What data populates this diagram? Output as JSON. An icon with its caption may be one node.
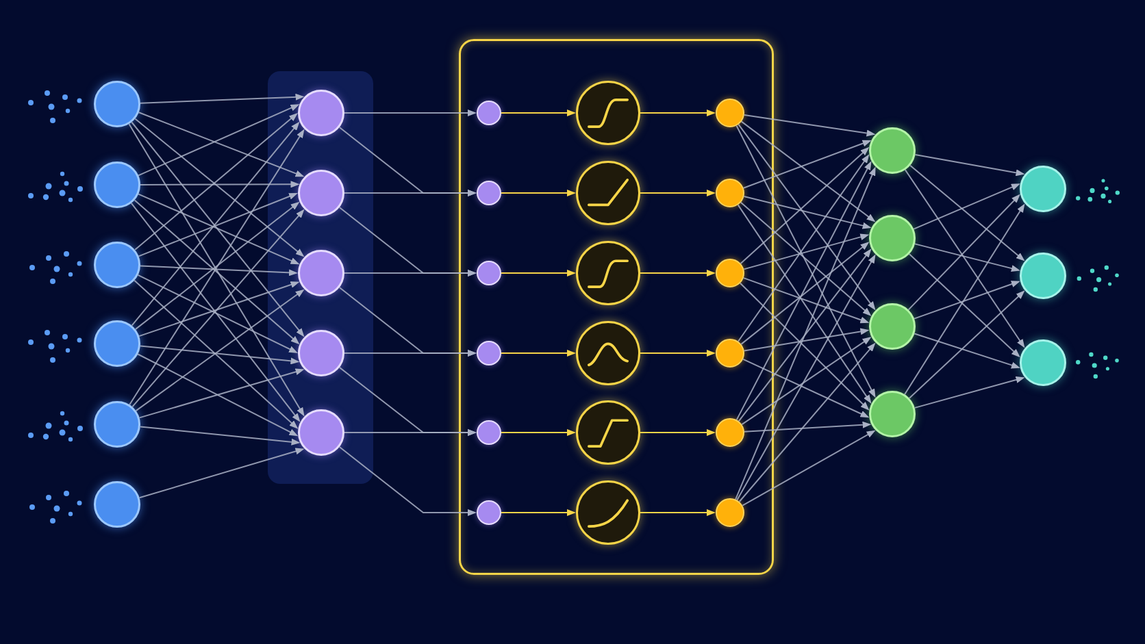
{
  "diagram": {
    "nodes": [
      {
        "text": [],
        "shape": "circle"
      },
      {
        "text": [],
        "shape": "circle"
      },
      {
        "text": [],
        "shape": "circle"
      },
      {
        "text": [],
        "shape": "circle"
      },
      {
        "text": [],
        "shape": "circle"
      },
      {
        "text": [],
        "shape": "circle"
      },
      {
        "text": [],
        "shape": "box"
      },
      {
        "text": [],
        "shape": "circle",
        "in": 6
      },
      {
        "text": [],
        "shape": "circle",
        "in": 6
      },
      {
        "text": [],
        "shape": "circle",
        "in": 6
      },
      {
        "text": [],
        "shape": "circle",
        "in": 6
      },
      {
        "text": [],
        "shape": "circle",
        "in": 6
      },
      {
        "text": [],
        "shape": "box"
      },
      {
        "text": [],
        "shape": "circle",
        "in": 12
      },
      {
        "text": [],
        "shape": "circle",
        "in": 12
      },
      {
        "text": [],
        "shape": "circle",
        "in": 12
      },
      {
        "text": [],
        "shape": "circle",
        "in": 12
      },
      {
        "text": [],
        "shape": "circle",
        "in": 12
      },
      {
        "text": [],
        "shape": "circle",
        "in": 12
      },
      {
        "text": [],
        "shape": "circle",
        "in": 12
      },
      {
        "text": [],
        "shape": "circle",
        "in": 12
      },
      {
        "text": [],
        "shape": "circle",
        "in": 12
      },
      {
        "text": [],
        "shape": "circle",
        "in": 12
      },
      {
        "text": [],
        "shape": "circle",
        "in": 12
      },
      {
        "text": [],
        "shape": "circle",
        "in": 12
      },
      {
        "text": [],
        "shape": "circle",
        "in": 12
      },
      {
        "text": [],
        "shape": "circle",
        "in": 12
      },
      {
        "text": [],
        "shape": "circle",
        "in": 12
      },
      {
        "text": [],
        "shape": "circle",
        "in": 12
      },
      {
        "text": [],
        "shape": "circle",
        "in": 12
      },
      {
        "text": [],
        "shape": "circle",
        "in": 12
      },
      {
        "text": [],
        "shape": "circle"
      },
      {
        "text": [],
        "shape": "circle"
      },
      {
        "text": [],
        "shape": "circle"
      },
      {
        "text": [],
        "shape": "circle"
      },
      {
        "text": [],
        "shape": "circle"
      },
      {
        "text": [],
        "shape": "circle"
      },
      {
        "text": [],
        "shape": "circle"
      }
    ],
    "edges": [
      {
        "from": 0,
        "to": 7,
        "arrow": "to"
      },
      {
        "from": 0,
        "to": 8,
        "arrow": "to"
      },
      {
        "from": 0,
        "to": 9,
        "arrow": "to"
      },
      {
        "from": 0,
        "to": 10,
        "arrow": "to"
      },
      {
        "from": 0,
        "to": 11,
        "arrow": "to"
      },
      {
        "from": 1,
        "to": 7,
        "arrow": "to"
      },
      {
        "from": 1,
        "to": 8,
        "arrow": "to"
      },
      {
        "from": 1,
        "to": 9,
        "arrow": "to"
      },
      {
        "from": 1,
        "to": 10,
        "arrow": "to"
      },
      {
        "from": 1,
        "to": 11,
        "arrow": "to"
      },
      {
        "from": 2,
        "to": 7,
        "arrow": "to"
      },
      {
        "from": 2,
        "to": 8,
        "arrow": "to"
      },
      {
        "from": 2,
        "to": 9,
        "arrow": "to"
      },
      {
        "from": 2,
        "to": 10,
        "arrow": "to"
      },
      {
        "from": 2,
        "to": 11,
        "arrow": "to"
      },
      {
        "from": 3,
        "to": 7,
        "arrow": "to"
      },
      {
        "from": 3,
        "to": 8,
        "arrow": "to"
      },
      {
        "from": 3,
        "to": 9,
        "arrow": "to"
      },
      {
        "from": 3,
        "to": 10,
        "arrow": "to"
      },
      {
        "from": 3,
        "to": 11,
        "arrow": "to"
      },
      {
        "from": 4,
        "to": 7,
        "arrow": "to"
      },
      {
        "from": 4,
        "to": 8,
        "arrow": "to"
      },
      {
        "from": 4,
        "to": 9,
        "arrow": "to"
      },
      {
        "from": 4,
        "to": 10,
        "arrow": "to"
      },
      {
        "from": 4,
        "to": 11,
        "arrow": "to"
      },
      {
        "from": 5,
        "to": 11,
        "arrow": "to"
      },
      {
        "from": 7,
        "to": 13,
        "arrow": "to"
      },
      {
        "from": 7,
        "to": 14,
        "arrow": "to"
      },
      {
        "from": 8,
        "to": 14,
        "arrow": "to"
      },
      {
        "from": 8,
        "to": 15,
        "arrow": "to"
      },
      {
        "from": 9,
        "to": 15,
        "arrow": "to"
      },
      {
        "from": 9,
        "to": 16,
        "arrow": "to"
      },
      {
        "from": 10,
        "to": 16,
        "arrow": "to"
      },
      {
        "from": 10,
        "to": 17,
        "arrow": "to"
      },
      {
        "from": 11,
        "to": 17,
        "arrow": "to"
      },
      {
        "from": 11,
        "to": 18,
        "arrow": "to"
      },
      {
        "from": 13,
        "to": 19,
        "arrow": "to",
        "color": "#f7d548"
      },
      {
        "from": 14,
        "to": 20,
        "arrow": "to",
        "color": "#f7d548"
      },
      {
        "from": 15,
        "to": 21,
        "arrow": "to",
        "color": "#f7d548"
      },
      {
        "from": 16,
        "to": 22,
        "arrow": "to",
        "color": "#f7d548"
      },
      {
        "from": 17,
        "to": 23,
        "arrow": "to",
        "color": "#f7d548"
      },
      {
        "from": 18,
        "to": 24,
        "arrow": "to",
        "color": "#f7d548"
      },
      {
        "from": 19,
        "to": 25,
        "arrow": "to",
        "color": "#f7d548"
      },
      {
        "from": 20,
        "to": 26,
        "arrow": "to",
        "color": "#f7d548"
      },
      {
        "from": 21,
        "to": 27,
        "arrow": "to",
        "color": "#f7d548"
      },
      {
        "from": 22,
        "to": 28,
        "arrow": "to",
        "color": "#f7d548"
      },
      {
        "from": 23,
        "to": 29,
        "arrow": "to",
        "color": "#f7d548"
      },
      {
        "from": 24,
        "to": 30,
        "arrow": "to",
        "color": "#f7d548"
      },
      {
        "from": 25,
        "to": 31,
        "arrow": "to"
      },
      {
        "from": 25,
        "to": 32,
        "arrow": "to"
      },
      {
        "from": 25,
        "to": 33,
        "arrow": "to"
      },
      {
        "from": 25,
        "to": 34,
        "arrow": "to"
      },
      {
        "from": 26,
        "to": 31,
        "arrow": "to"
      },
      {
        "from": 26,
        "to": 32,
        "arrow": "to"
      },
      {
        "from": 26,
        "to": 33,
        "arrow": "to"
      },
      {
        "from": 26,
        "to": 34,
        "arrow": "to"
      },
      {
        "from": 27,
        "to": 31,
        "arrow": "to"
      },
      {
        "from": 27,
        "to": 32,
        "arrow": "to"
      },
      {
        "from": 27,
        "to": 33,
        "arrow": "to"
      },
      {
        "from": 27,
        "to": 34,
        "arrow": "to"
      },
      {
        "from": 28,
        "to": 31,
        "arrow": "to"
      },
      {
        "from": 28,
        "to": 32,
        "arrow": "to"
      },
      {
        "from": 28,
        "to": 33,
        "arrow": "to"
      },
      {
        "from": 28,
        "to": 34,
        "arrow": "to"
      },
      {
        "from": 29,
        "to": 31,
        "arrow": "to"
      },
      {
        "from": 29,
        "to": 32,
        "arrow": "to"
      },
      {
        "from": 29,
        "to": 33,
        "arrow": "to"
      },
      {
        "from": 29,
        "to": 34,
        "arrow": "to"
      },
      {
        "from": 30,
        "to": 31,
        "arrow": "to"
      },
      {
        "from": 30,
        "to": 32,
        "arrow": "to"
      },
      {
        "from": 30,
        "to": 33,
        "arrow": "to"
      },
      {
        "from": 30,
        "to": 34,
        "arrow": "to"
      },
      {
        "from": 31,
        "to": 35,
        "arrow": "to"
      },
      {
        "from": 31,
        "to": 36,
        "arrow": "to"
      },
      {
        "from": 31,
        "to": 37,
        "arrow": "to"
      },
      {
        "from": 32,
        "to": 35,
        "arrow": "to"
      },
      {
        "from": 32,
        "to": 36,
        "arrow": "to"
      },
      {
        "from": 32,
        "to": 37,
        "arrow": "to"
      },
      {
        "from": 33,
        "to": 35,
        "arrow": "to"
      },
      {
        "from": 33,
        "to": 36,
        "arrow": "to"
      },
      {
        "from": 33,
        "to": 37,
        "arrow": "to"
      },
      {
        "from": 34,
        "to": 35,
        "arrow": "to"
      },
      {
        "from": 34,
        "to": 36,
        "arrow": "to"
      },
      {
        "from": 34,
        "to": 37,
        "arrow": "to"
      }
    ]
  }
}
